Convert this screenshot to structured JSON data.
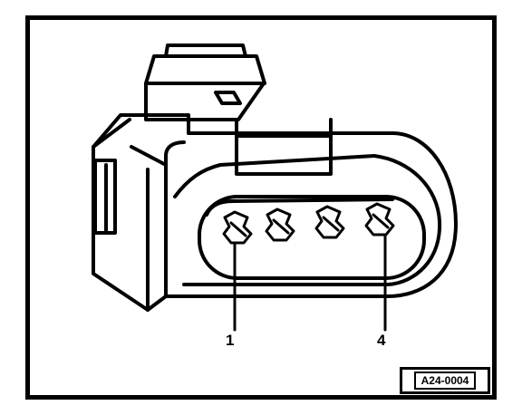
{
  "figure": {
    "pin_labels": [
      "1",
      "4"
    ],
    "reference_code": "A24-0004"
  },
  "colors": {
    "line": "#000000",
    "background": "#ffffff"
  }
}
